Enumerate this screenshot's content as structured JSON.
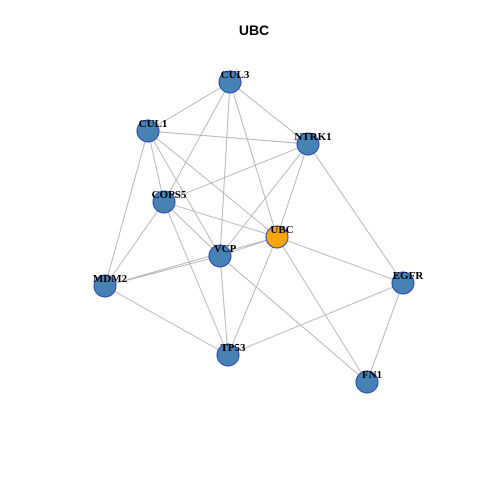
{
  "title": "UBC",
  "colors": {
    "node_default": "#4682b4",
    "node_highlight": "#ffa500",
    "node_border": "#2a46b8",
    "edge": "#b3b3b3"
  },
  "network": {
    "nodes": [
      {
        "id": "CUL3",
        "label": "CUL3",
        "highlight": false
      },
      {
        "id": "CUL1",
        "label": "CUL1",
        "highlight": false
      },
      {
        "id": "NTRK1",
        "label": "NTRK1",
        "highlight": false
      },
      {
        "id": "COPS5",
        "label": "COPS5",
        "highlight": false
      },
      {
        "id": "UBC",
        "label": "UBC",
        "highlight": true
      },
      {
        "id": "VCP",
        "label": "VCP",
        "highlight": false
      },
      {
        "id": "MDM2",
        "label": "MDM2",
        "highlight": false
      },
      {
        "id": "EGFR",
        "label": "EGFR",
        "highlight": false
      },
      {
        "id": "TP53",
        "label": "TP53",
        "highlight": false
      },
      {
        "id": "FN1",
        "label": "FN1",
        "highlight": false
      }
    ],
    "edges": [
      [
        "CUL3",
        "CUL1"
      ],
      [
        "CUL3",
        "NTRK1"
      ],
      [
        "CUL3",
        "COPS5"
      ],
      [
        "CUL3",
        "VCP"
      ],
      [
        "CUL3",
        "UBC"
      ],
      [
        "CUL1",
        "NTRK1"
      ],
      [
        "CUL1",
        "COPS5"
      ],
      [
        "CUL1",
        "UBC"
      ],
      [
        "CUL1",
        "VCP"
      ],
      [
        "CUL1",
        "MDM2"
      ],
      [
        "NTRK1",
        "COPS5"
      ],
      [
        "NTRK1",
        "UBC"
      ],
      [
        "NTRK1",
        "VCP"
      ],
      [
        "NTRK1",
        "EGFR"
      ],
      [
        "COPS5",
        "UBC"
      ],
      [
        "COPS5",
        "VCP"
      ],
      [
        "COPS5",
        "MDM2"
      ],
      [
        "COPS5",
        "TP53"
      ],
      [
        "UBC",
        "VCP"
      ],
      [
        "UBC",
        "MDM2"
      ],
      [
        "UBC",
        "EGFR"
      ],
      [
        "UBC",
        "TP53"
      ],
      [
        "UBC",
        "FN1"
      ],
      [
        "VCP",
        "MDM2"
      ],
      [
        "VCP",
        "TP53"
      ],
      [
        "VCP",
        "FN1"
      ],
      [
        "MDM2",
        "TP53"
      ],
      [
        "EGFR",
        "TP53"
      ],
      [
        "EGFR",
        "FN1"
      ]
    ]
  }
}
